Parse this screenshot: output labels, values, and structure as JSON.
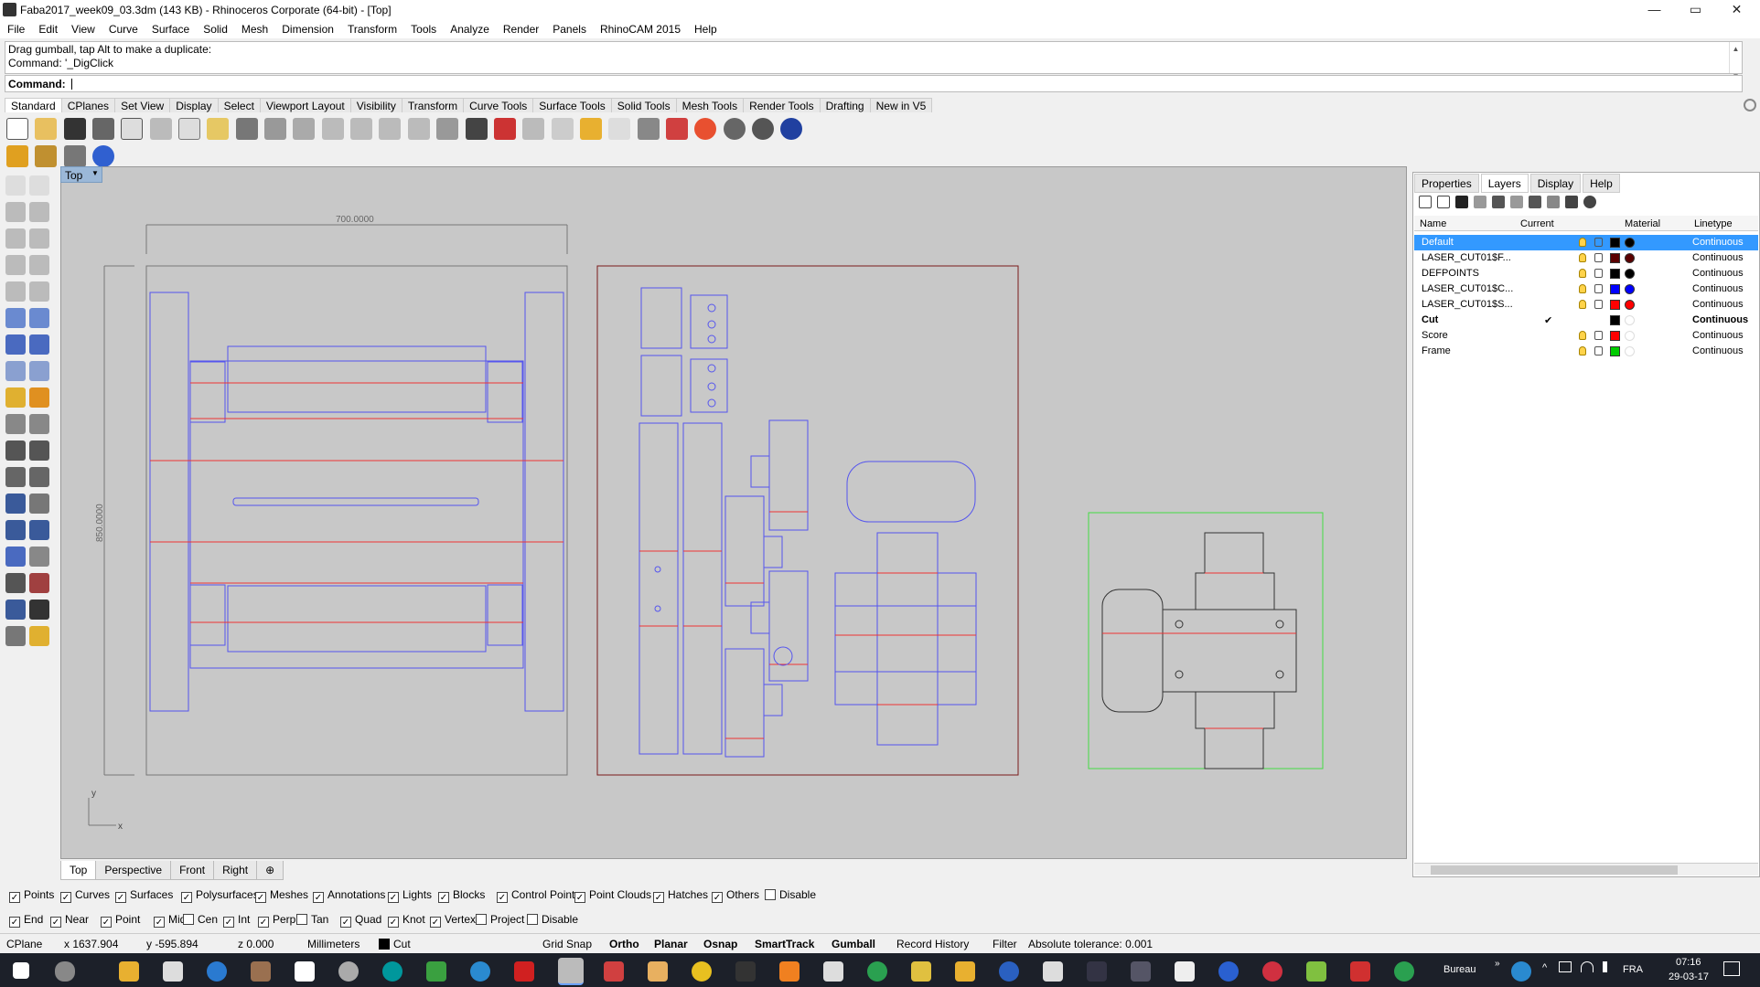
{
  "window": {
    "title": "Faba2017_week09_03.3dm (143 KB) - Rhinoceros Corporate (64-bit) - [Top]",
    "minimize": "—",
    "restore": "▭",
    "close": "✕"
  },
  "menu": [
    "File",
    "Edit",
    "View",
    "Curve",
    "Surface",
    "Solid",
    "Mesh",
    "Dimension",
    "Transform",
    "Tools",
    "Analyze",
    "Render",
    "Panels",
    "RhinoCAM 2015",
    "Help"
  ],
  "command": {
    "history_line1": "Drag gumball, tap Alt to make a duplicate:",
    "history_line2": "Command: '_DigClick",
    "prompt": "Command:"
  },
  "toolbar_tabs": [
    "Standard",
    "CPlanes",
    "Set View",
    "Display",
    "Select",
    "Viewport Layout",
    "Visibility",
    "Transform",
    "Curve Tools",
    "Surface Tools",
    "Solid Tools",
    "Mesh Tools",
    "Render Tools",
    "Drafting",
    "New in V5"
  ],
  "viewport": {
    "name": "Top",
    "dim_horizontal": "700.0000",
    "dim_vertical": "850.0000",
    "axis_y": "y",
    "axis_x": "x",
    "tabs": [
      "Top",
      "Perspective",
      "Front",
      "Right",
      "⊕"
    ]
  },
  "panel": {
    "tabs": [
      "Properties",
      "Layers",
      "Display",
      "Help"
    ],
    "columns": {
      "name": "Name",
      "current": "Current",
      "material": "Material",
      "linetype": "Linetype"
    },
    "layers": [
      {
        "name": "Default",
        "current": "",
        "color": "#000000",
        "linetype": "Continuous",
        "selected": true
      },
      {
        "name": "LASER_CUT01$F...",
        "current": "",
        "color": "#5a0000",
        "linetype": "Continuous"
      },
      {
        "name": "DEFPOINTS",
        "current": "",
        "color": "#000000",
        "linetype": "Continuous"
      },
      {
        "name": "LASER_CUT01$C...",
        "current": "",
        "color": "#0000ff",
        "linetype": "Continuous"
      },
      {
        "name": "LASER_CUT01$S...",
        "current": "",
        "color": "#ff0000",
        "linetype": "Continuous"
      },
      {
        "name": "Cut",
        "current": "✔",
        "color": "#000000",
        "linetype": "Continuous",
        "bold": true
      },
      {
        "name": "Score",
        "current": "",
        "color": "#ff0000",
        "linetype": "Continuous"
      },
      {
        "name": "Frame",
        "current": "",
        "color": "#00cc00",
        "linetype": "Continuous"
      }
    ]
  },
  "filters": [
    {
      "label": "Points",
      "checked": true
    },
    {
      "label": "Curves",
      "checked": true
    },
    {
      "label": "Surfaces",
      "checked": true
    },
    {
      "label": "Polysurfaces",
      "checked": true
    },
    {
      "label": "Meshes",
      "checked": true
    },
    {
      "label": "Annotations",
      "checked": true
    },
    {
      "label": "Lights",
      "checked": true
    },
    {
      "label": "Blocks",
      "checked": true
    },
    {
      "label": "Control Points",
      "checked": true
    },
    {
      "label": "Point Clouds",
      "checked": true
    },
    {
      "label": "Hatches",
      "checked": true
    },
    {
      "label": "Others",
      "checked": true
    },
    {
      "label": "Disable",
      "checked": false
    }
  ],
  "osnaps": [
    {
      "label": "End",
      "checked": true
    },
    {
      "label": "Near",
      "checked": true
    },
    {
      "label": "Point",
      "checked": true
    },
    {
      "label": "Mid",
      "checked": true
    },
    {
      "label": "Cen",
      "checked": false
    },
    {
      "label": "Int",
      "checked": true
    },
    {
      "label": "Perp",
      "checked": true
    },
    {
      "label": "Tan",
      "checked": false
    },
    {
      "label": "Quad",
      "checked": true
    },
    {
      "label": "Knot",
      "checked": true
    },
    {
      "label": "Vertex",
      "checked": true
    },
    {
      "label": "Project",
      "checked": false
    },
    {
      "label": "Disable",
      "checked": false
    }
  ],
  "status": {
    "cplane": "CPlane",
    "x": "x 1637.904",
    "y": "y -595.894",
    "z": "z 0.000",
    "units": "Millimeters",
    "layer": "Cut",
    "grid_snap": "Grid Snap",
    "ortho": "Ortho",
    "planar": "Planar",
    "osnap": "Osnap",
    "smarttrack": "SmartTrack",
    "gumball": "Gumball",
    "record_history": "Record History",
    "filter": "Filter",
    "tolerance": "Absolute tolerance: 0.001"
  },
  "taskbar": {
    "bureau": "Bureau",
    "language": "FRA",
    "time": "07:16",
    "date": "29-03-17"
  }
}
